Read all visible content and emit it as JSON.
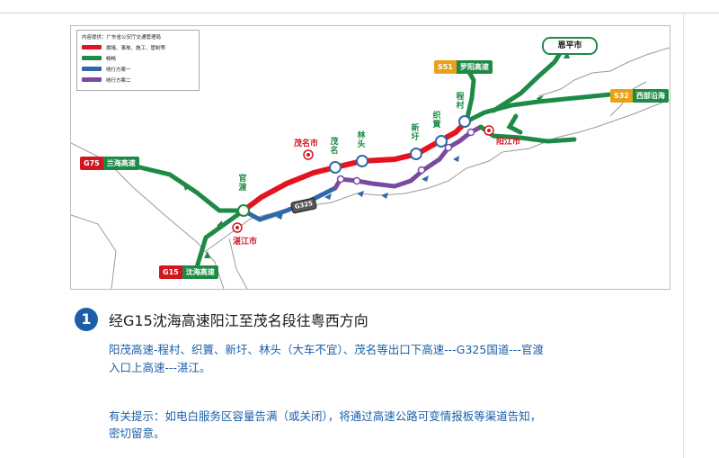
{
  "legend": {
    "title": "内容提供：广东省公安厅交通管理局",
    "items": [
      {
        "label": "拥堵、事故、施工、管制等",
        "color": "#e5121f"
      },
      {
        "label": "畅畅",
        "color": "#1d8a45"
      },
      {
        "label": "绕行方案一",
        "color": "#2f6aa7"
      },
      {
        "label": "绕行方案二",
        "color": "#7a4aa0"
      }
    ]
  },
  "road_signs": {
    "g75": {
      "code": "G75",
      "name": "兰海高速",
      "code_color": "#d0161f"
    },
    "g15": {
      "code": "G15",
      "name": "沈海高速",
      "code_color": "#d0161f"
    },
    "s51": {
      "code": "S51",
      "name": "罗阳高速",
      "code_color": "#e8a11b"
    },
    "s32": {
      "code": "S32",
      "name": "西部沿海",
      "code_color": "#e8a11b"
    }
  },
  "cities": {
    "maoming": "茂名市",
    "zhanjiang": "湛江市",
    "yangjiang": "阳江市",
    "enping": "恩平市"
  },
  "nodes": {
    "guandu": "官渡",
    "maoming": "茂名",
    "lintou": "林头",
    "xinxu": "新圩",
    "zhidong": "织篢",
    "chengcun": "程村"
  },
  "national_road": "G325",
  "section": {
    "number": "1",
    "title": "经G15沈海高速阳江至茂名段往粤西方向",
    "route_line1": "阳茂高速-程村、织篢、新圩、林头（大车不宜）、茂名等出口下高速---G325国道---官渡",
    "route_line2": "入口上高速---湛江。",
    "tip_line1": "有关提示：如电白服务区容量告满（或关闭），将通过高速公路可变情报板等渠道告知，",
    "tip_line2": "密切留意。"
  }
}
